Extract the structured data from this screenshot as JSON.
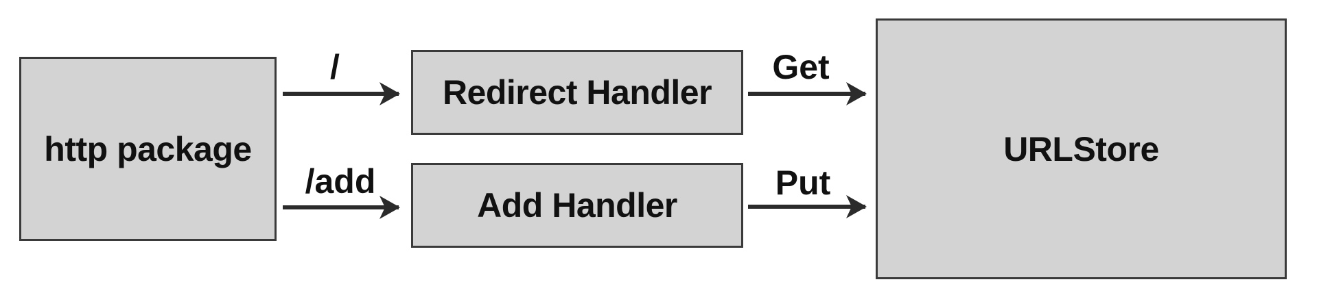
{
  "diagram": {
    "colors": {
      "background": "#ffffff",
      "box_fill": "#d3d3d3",
      "box_border": "#3a3a3a",
      "arrow": "#2b2b2b",
      "text": "#111111"
    },
    "nodes": [
      {
        "id": "http-package",
        "label": "http package"
      },
      {
        "id": "redirect-handler",
        "label": "Redirect Handler"
      },
      {
        "id": "add-handler",
        "label": "Add Handler"
      },
      {
        "id": "urlstore",
        "label": "URLStore"
      }
    ],
    "edges": [
      {
        "from": "http-package",
        "to": "redirect-handler",
        "label": "/"
      },
      {
        "from": "http-package",
        "to": "add-handler",
        "label": "/add"
      },
      {
        "from": "redirect-handler",
        "to": "urlstore",
        "label": "Get"
      },
      {
        "from": "add-handler",
        "to": "urlstore",
        "label": "Put"
      }
    ]
  }
}
